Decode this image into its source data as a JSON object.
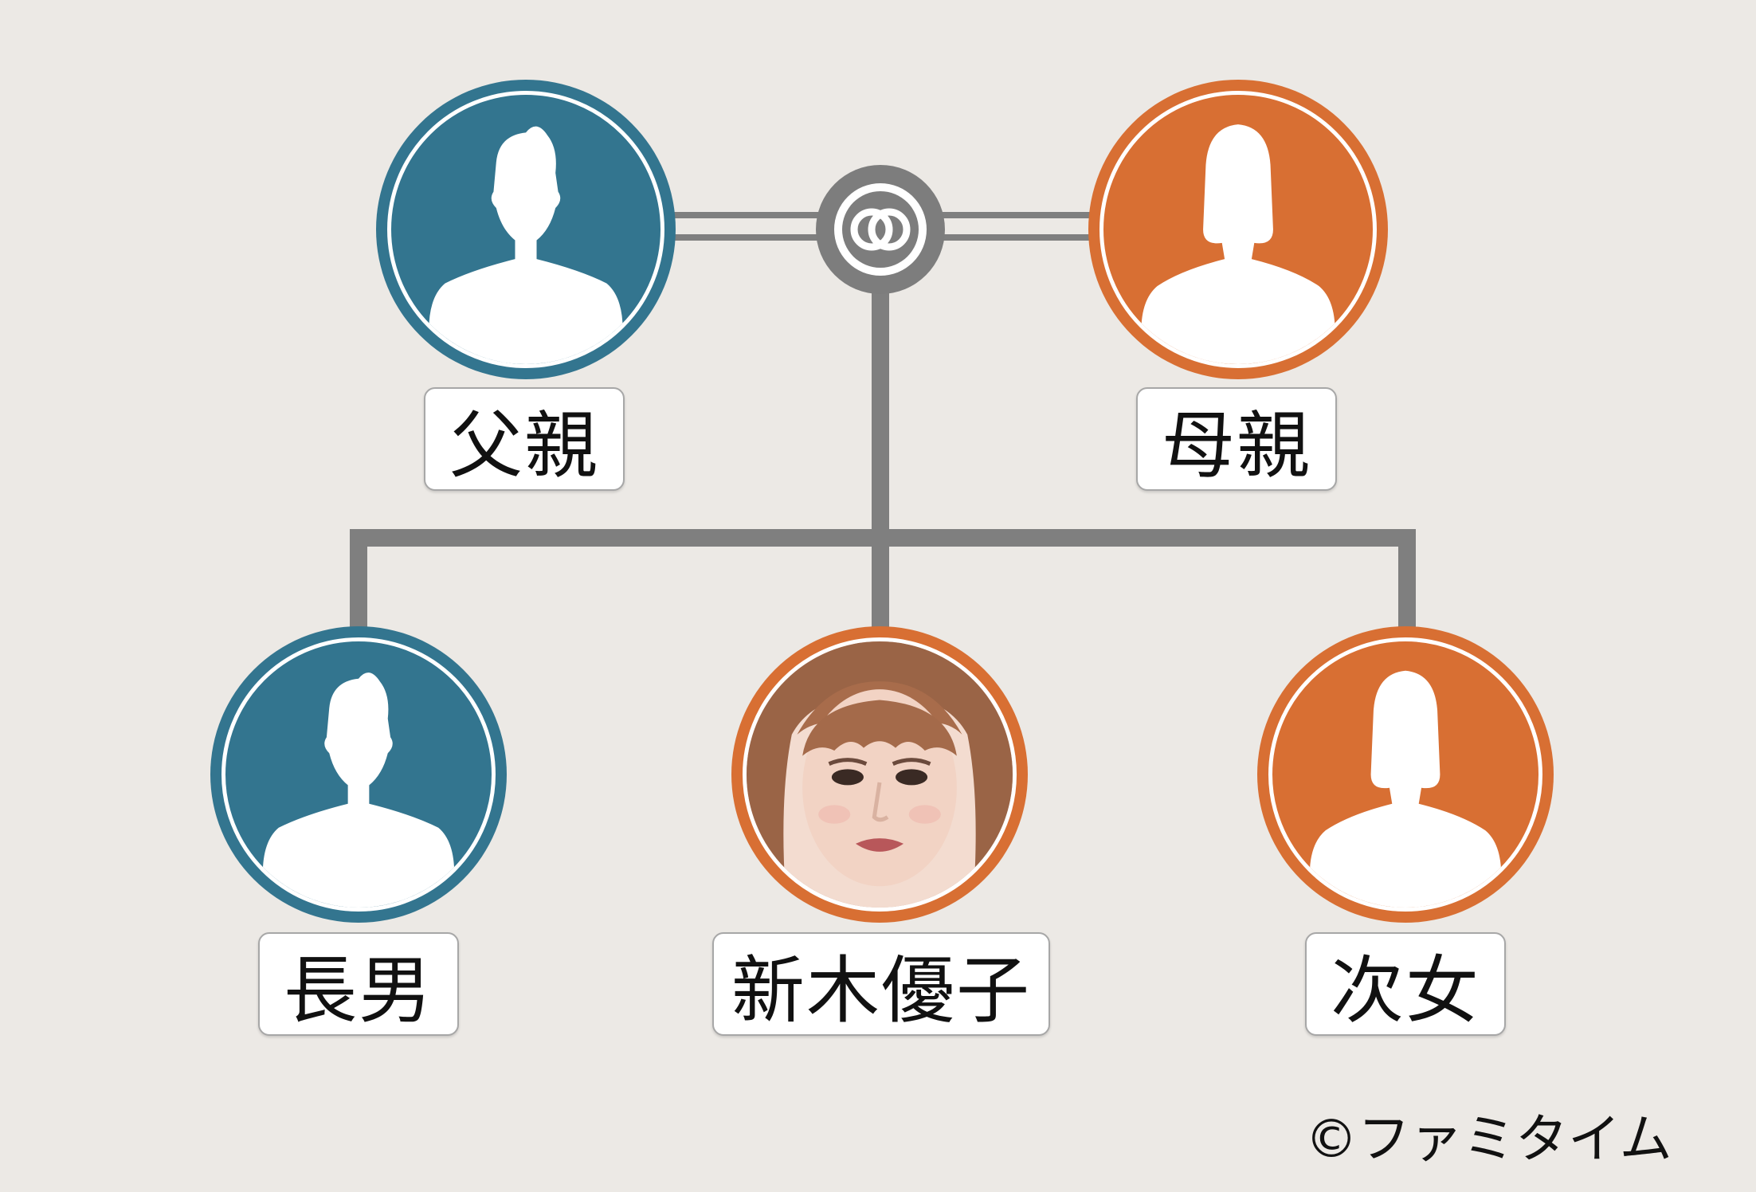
{
  "people": {
    "father": {
      "label": "父親",
      "gender": "male",
      "color": "#33758f"
    },
    "mother": {
      "label": "母親",
      "gender": "female",
      "color": "#d86f33"
    },
    "eldest_son": {
      "label": "長男",
      "gender": "male",
      "color": "#33758f"
    },
    "subject": {
      "label": "新木優子",
      "gender": "female",
      "color": "#d86f33",
      "photo": true
    },
    "second_daughter": {
      "label": "次女",
      "gender": "female",
      "color": "#d86f33"
    }
  },
  "marriage_icon": "marriage-rings-icon",
  "line_color": "#7f7f7f",
  "copyright": "©ファミタイム"
}
